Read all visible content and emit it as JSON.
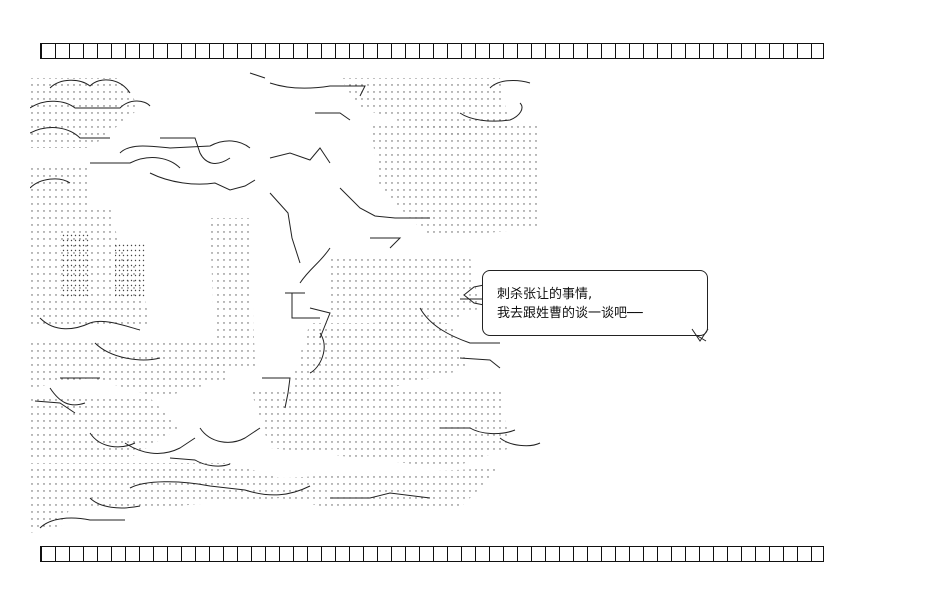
{
  "speech_bubble": {
    "line1": "刺杀张让的事情,",
    "line2": "我去跟姓曹的谈一谈吧──"
  },
  "icons": {
    "top_border": "ascii-ornament-border",
    "bottom_border": "ascii-ornament-border",
    "artwork": "ascii-art-smoke-and-clouds"
  }
}
